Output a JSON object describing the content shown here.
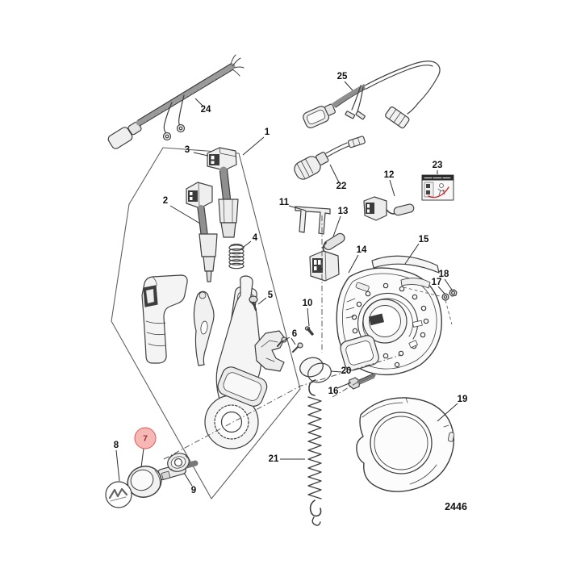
{
  "diagram": {
    "drawing_number": "2446",
    "highlighted_callout": "7"
  },
  "callouts": [
    {
      "label": "1"
    },
    {
      "label": "2"
    },
    {
      "label": "3"
    },
    {
      "label": "4"
    },
    {
      "label": "5"
    },
    {
      "label": "6"
    },
    {
      "label": "7",
      "highlighted": true
    },
    {
      "label": "8"
    },
    {
      "label": "9"
    },
    {
      "label": "10"
    },
    {
      "label": "11"
    },
    {
      "label": "12"
    },
    {
      "label": "13"
    },
    {
      "label": "14"
    },
    {
      "label": "15"
    },
    {
      "label": "16"
    },
    {
      "label": "17"
    },
    {
      "label": "18"
    },
    {
      "label": "19"
    },
    {
      "label": "20"
    },
    {
      "label": "21"
    },
    {
      "label": "22"
    },
    {
      "label": "23"
    },
    {
      "label": "24"
    },
    {
      "label": "25"
    }
  ],
  "colors": {
    "line": "#3f3f3f",
    "label_text": "#111111",
    "highlight_fill": "#f6b8b4",
    "highlight_stroke": "#e25555",
    "highlight_text": "#8f2f2f",
    "warning_label_red": "#cc2222"
  }
}
